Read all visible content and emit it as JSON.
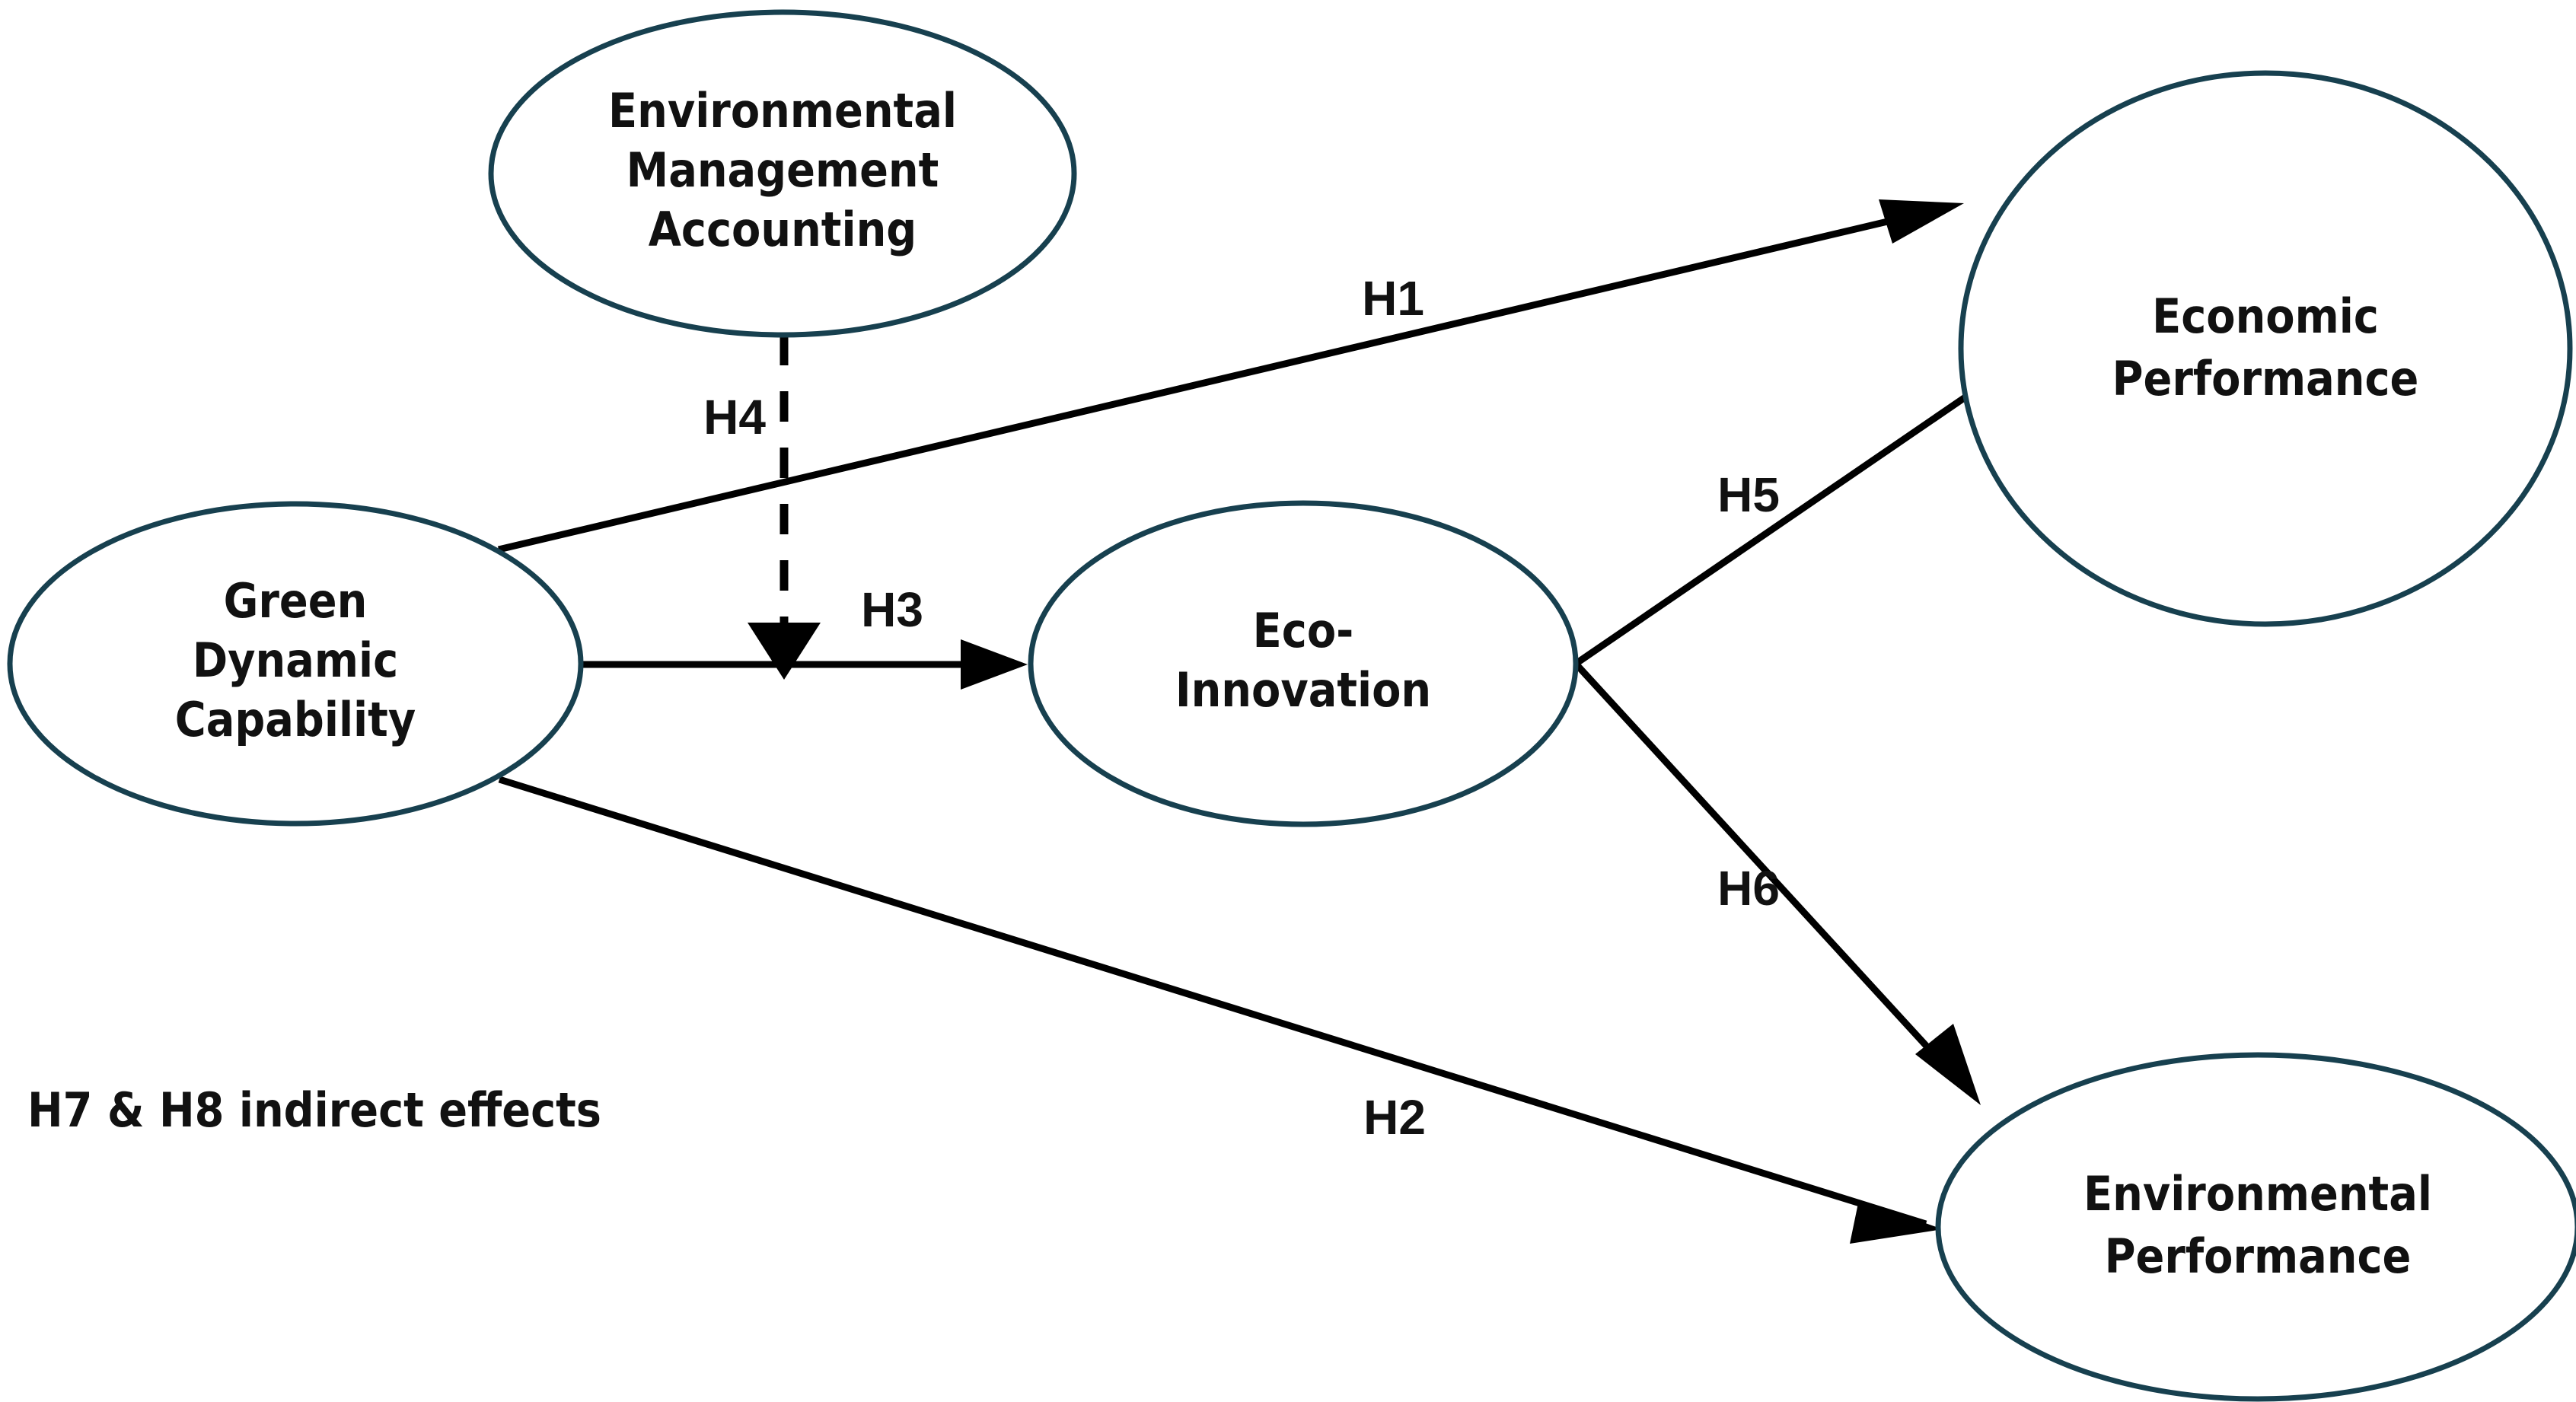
{
  "diagram": {
    "type": "conceptual-research-model",
    "background_color": "#ffffff",
    "node_stroke_color": "#17404f",
    "edge_color": "#000000",
    "text_color": "#111111",
    "nodes": [
      {
        "id": "ema",
        "label_lines": [
          "Environmental",
          "Management",
          "Accounting"
        ],
        "line1": "Environmental",
        "line2": "Management",
        "line3": "Accounting",
        "role": "moderator"
      },
      {
        "id": "gdc",
        "label_lines": [
          "Green",
          "Dynamic",
          "Capability"
        ],
        "line1": "Green",
        "line2": "Dynamic",
        "line3": "Capability",
        "role": "predictor"
      },
      {
        "id": "eco",
        "label_lines": [
          "Eco-",
          "Innovation"
        ],
        "line1": "Eco-",
        "line2": "Innovation",
        "role": "mediator"
      },
      {
        "id": "econ",
        "label_lines": [
          "Economic",
          "Performance"
        ],
        "line1": "Economic",
        "line2": "Performance",
        "role": "outcome"
      },
      {
        "id": "envp",
        "label_lines": [
          "Environmental",
          "Performance"
        ],
        "line1": "Environmental",
        "line2": "Performance",
        "role": "outcome"
      }
    ],
    "edges": [
      {
        "id": "h1",
        "label": "H1",
        "from": "gdc",
        "to": "econ",
        "style": "solid",
        "arrow": true
      },
      {
        "id": "h2",
        "label": "H2",
        "from": "gdc",
        "to": "envp",
        "style": "solid",
        "arrow": true
      },
      {
        "id": "h3",
        "label": "H3",
        "from": "gdc",
        "to": "eco",
        "style": "solid",
        "arrow": true
      },
      {
        "id": "h4",
        "label": "H4",
        "from": "ema",
        "to": "h3",
        "style": "dashed",
        "arrow": true
      },
      {
        "id": "h5",
        "label": "H5",
        "from": "eco",
        "to": "econ",
        "style": "solid",
        "arrow": true
      },
      {
        "id": "h6",
        "label": "H6",
        "from": "eco",
        "to": "envp",
        "style": "solid",
        "arrow": true
      }
    ],
    "notes": {
      "indirect_effects": "H7 & H8 indirect effects"
    }
  }
}
